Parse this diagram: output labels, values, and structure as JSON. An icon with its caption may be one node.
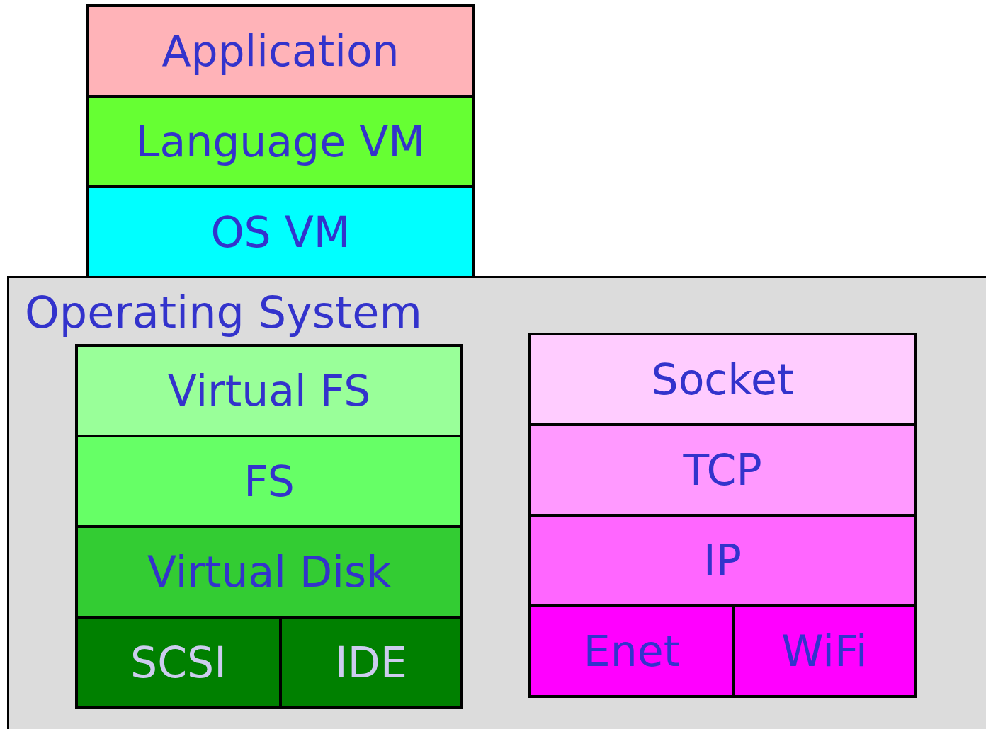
{
  "diagram": {
    "nodes": [
      {
        "text": [
          "Application"
        ]
      },
      {
        "text": [
          "Language VM"
        ]
      },
      {
        "text": [
          "OS VM"
        ]
      },
      {
        "text": [
          "Operating System"
        ]
      },
      {
        "text": [
          "Virtual FS"
        ],
        "in": 3
      },
      {
        "text": [
          "FS"
        ],
        "in": 3
      },
      {
        "text": [
          "Virtual Disk"
        ],
        "in": 3
      },
      {
        "text": [
          "SCSI"
        ],
        "in": 3
      },
      {
        "text": [
          "IDE"
        ],
        "in": 3
      },
      {
        "text": [
          "Socket"
        ],
        "in": 3
      },
      {
        "text": [
          "TCP"
        ],
        "in": 3
      },
      {
        "text": [
          "IP"
        ],
        "in": 3
      },
      {
        "text": [
          "Enet"
        ],
        "in": 3
      },
      {
        "text": [
          "WiFi"
        ],
        "in": 3
      }
    ]
  }
}
